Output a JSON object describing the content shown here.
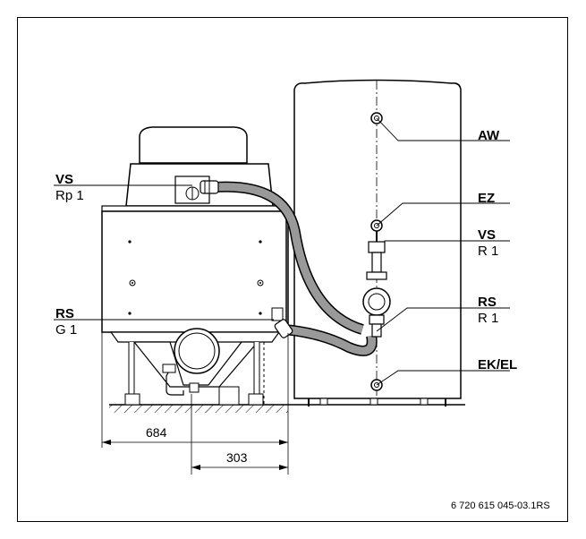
{
  "labels": {
    "aw": "AW",
    "ez": "EZ",
    "vs_right": "VS",
    "vs_right_size": "R 1",
    "rs_right": "RS",
    "rs_right_size": "R 1",
    "ek_el": "EK/EL",
    "vs_left": "VS",
    "vs_left_size": "Rp 1",
    "rs_left": "RS",
    "rs_left_size": "G 1"
  },
  "dimensions": {
    "width_684": "684",
    "width_303": "303"
  },
  "reference": "6 720 615 045-03.1RS"
}
